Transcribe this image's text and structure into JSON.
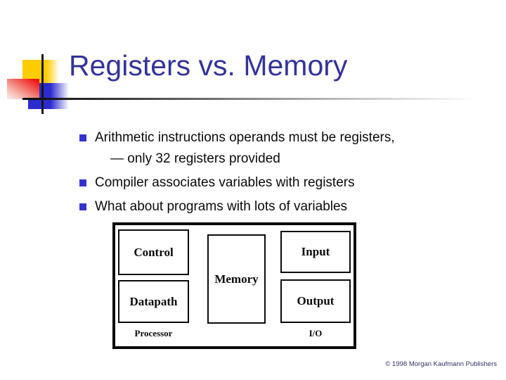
{
  "slide": {
    "title": "Registers vs. Memory",
    "bullets": [
      {
        "label": "Arithmetic instructions operands must be registers,",
        "sub_label": "— only 32 registers provided"
      },
      {
        "label": "Compiler associates variables with registers"
      },
      {
        "label": "What about programs with lots of variables"
      }
    ],
    "diagram": {
      "control": "Control",
      "input": "Input",
      "memory": "Memory",
      "datapath": "Datapath",
      "output": "Output",
      "processor": "Processor",
      "io": "I/O"
    },
    "footer_credit": "© 1998 Morgan Kaufmann Publishers",
    "colors": {
      "title_blue": "#333399",
      "bullet_square_blue": "#3333cc",
      "decor_yellow": "#ffcc00",
      "decor_red": "#ee1212",
      "decor_blue": "#2b2bcf",
      "footer_text": "#333366"
    }
  }
}
